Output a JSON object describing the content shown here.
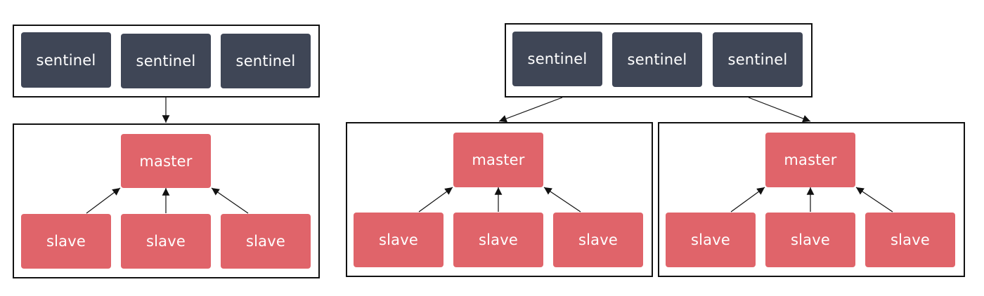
{
  "colors": {
    "sentinel": "#3f4656",
    "redis_node": "#e0646a",
    "border": "#111111",
    "edge": "#111111"
  },
  "left": {
    "sentinels": [
      "sentinel",
      "sentinel",
      "sentinel"
    ],
    "master": "master",
    "slaves": [
      "slave",
      "slave",
      "slave"
    ]
  },
  "right": {
    "sentinels": [
      "sentinel",
      "sentinel",
      "sentinel"
    ],
    "clusters": [
      {
        "master": "master",
        "slaves": [
          "slave",
          "slave",
          "slave"
        ]
      },
      {
        "master": "master",
        "slaves": [
          "slave",
          "slave",
          "slave"
        ]
      }
    ]
  }
}
